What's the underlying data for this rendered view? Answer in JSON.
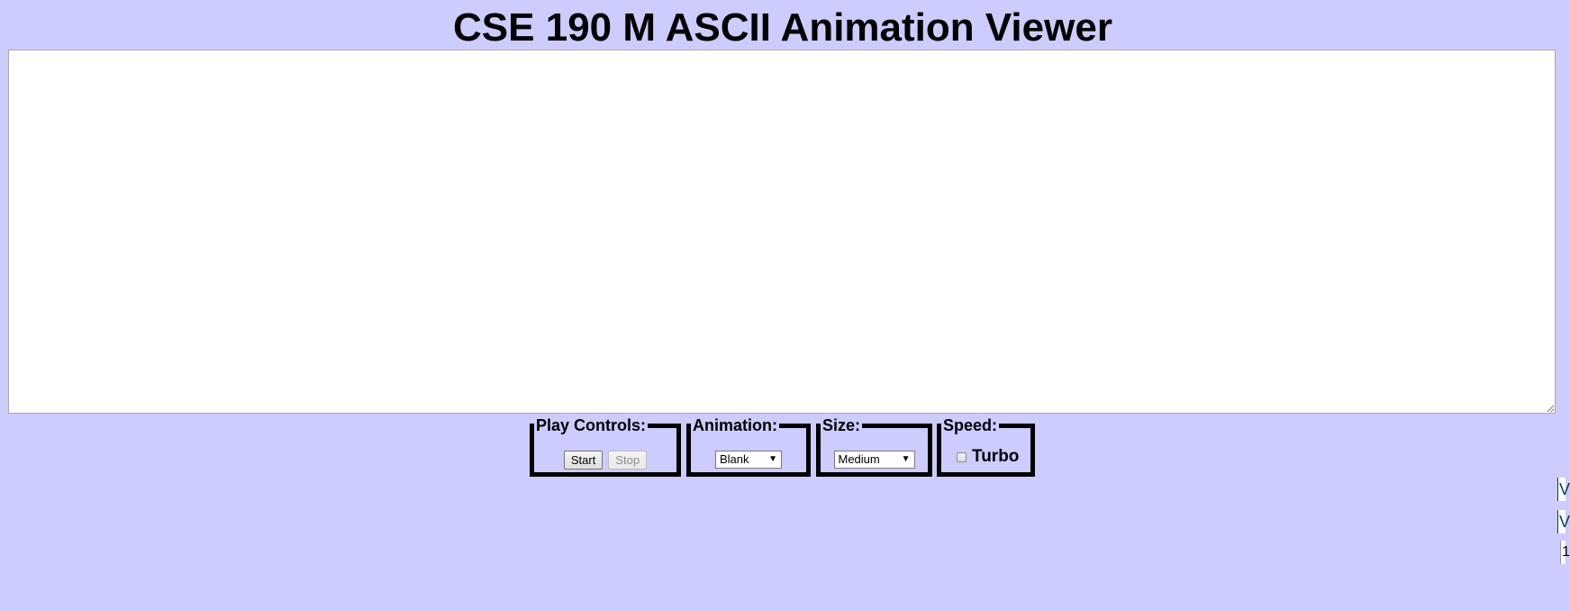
{
  "page": {
    "title": "CSE 190 M ASCII Animation Viewer",
    "background_color": "#ccccff"
  },
  "animation_area": {
    "value": ""
  },
  "play_controls": {
    "legend": "Play Controls:",
    "start_label": "Start",
    "stop_label": "Stop"
  },
  "animation": {
    "legend": "Animation:",
    "selected": "Blank",
    "arrow_icon": "dropdown-arrow-icon"
  },
  "size": {
    "legend": "Size:",
    "selected": "Medium",
    "arrow_icon": "dropdown-arrow-icon"
  },
  "speed": {
    "legend": "Speed:",
    "turbo_label": "Turbo",
    "turbo_checked": false
  },
  "side_links": [
    {
      "text": "V"
    },
    {
      "text": "V"
    },
    {
      "text": "1"
    }
  ]
}
